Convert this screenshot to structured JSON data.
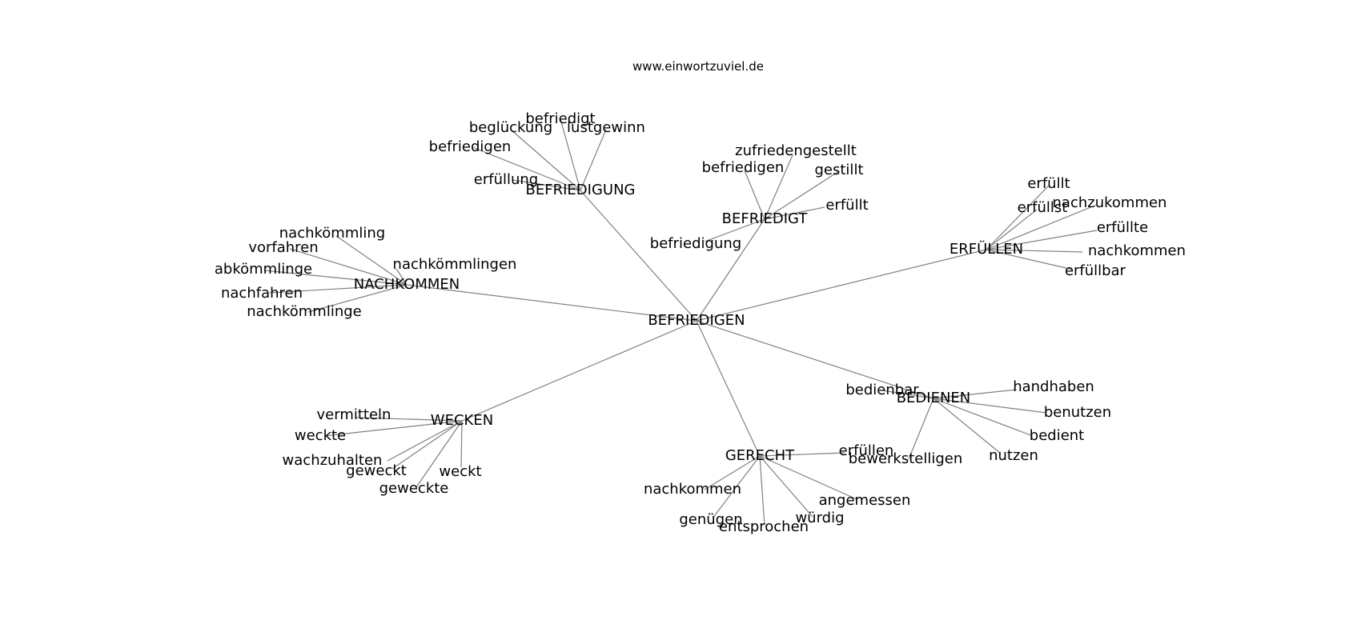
{
  "title": "www.einwortzuviel.de",
  "colors": {
    "edge": "#808080",
    "text": "#000000",
    "background": "#ffffff"
  },
  "root": "BEFRIEDIGEN",
  "hubs": [
    {
      "label": "BEFRIEDIGUNG",
      "children": [
        "befriedigt",
        "beglückung",
        "lustgewinn",
        "befriedigen",
        "erfüllung"
      ]
    },
    {
      "label": "BEFRIEDIGT",
      "children": [
        "zufriedengestellt",
        "befriedigen",
        "gestillt",
        "erfüllt",
        "befriedigung"
      ]
    },
    {
      "label": "ERFÜLLEN",
      "children": [
        "erfüllt",
        "erfüllst",
        "nachzukommen",
        "erfüllte",
        "nachkommen",
        "erfüllbar"
      ]
    },
    {
      "label": "NACHKOMMEN",
      "children": [
        "nachkömmling",
        "vorfahren",
        "nachkömmlingen",
        "abkömmlinge",
        "nachfahren",
        "nachkömmlinge"
      ]
    },
    {
      "label": "BEDIENEN",
      "children": [
        "bedienbar",
        "handhaben",
        "benutzen",
        "bedient",
        "nutzen",
        "bewerkstelligen"
      ]
    },
    {
      "label": "WECKEN",
      "children": [
        "vermitteln",
        "weckte",
        "wachzuhalten",
        "geweckt",
        "weckt",
        "geweckte"
      ]
    },
    {
      "label": "GERECHT",
      "children": [
        "erfüllen",
        "nachkommen",
        "angemessen",
        "genügen",
        "würdig",
        "entsprochen"
      ]
    }
  ]
}
